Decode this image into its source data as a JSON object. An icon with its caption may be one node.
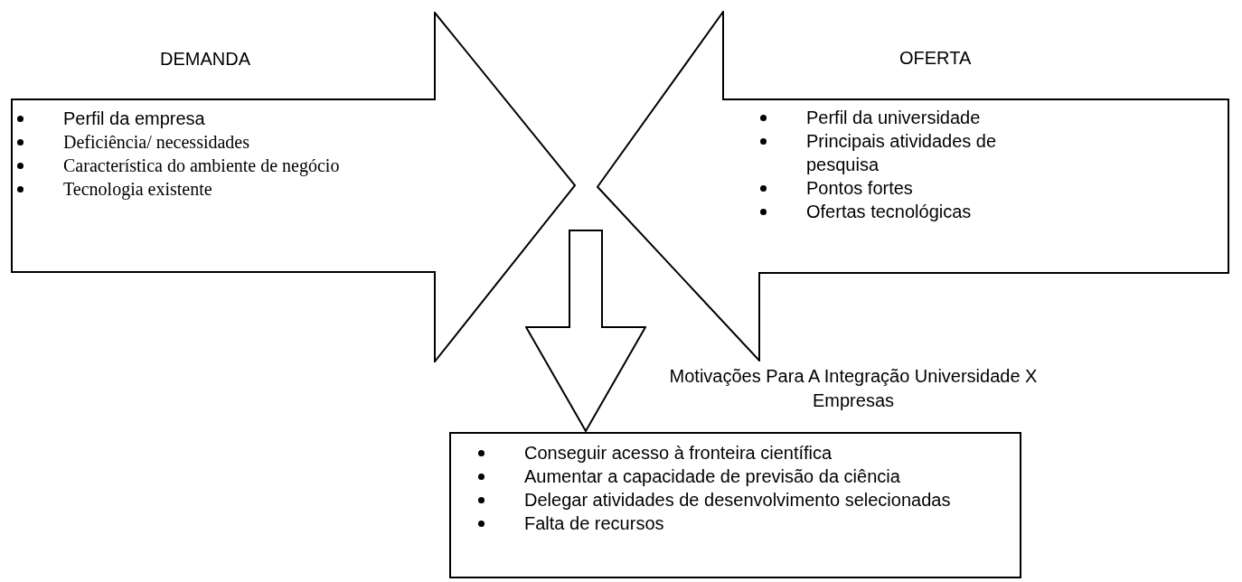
{
  "diagram": {
    "nodes": [
      {
        "text": [
          "DEMANDA",
          "Perfil da empresa",
          "Deficiência/ necessidades",
          "Característica do ambiente de negócio",
          "Tecnologia existente"
        ]
      },
      {
        "text": [
          "OFERTA",
          "Perfil da universidade",
          "Principais atividades de pesquisa",
          "Pontos fortes",
          "Ofertas tecnológicas"
        ]
      },
      {
        "text": [
          "Motivações Para A Integração Universidade X Empresas"
        ]
      },
      {
        "text": [
          "Conseguir acesso à fronteira científica",
          "Aumentar a capacidade de previsão da ciência",
          "Delegar atividades de desenvolvimento selecionadas",
          "Falta de recursos"
        ]
      }
    ],
    "edges": [
      {
        "from": null,
        "to": 3,
        "arrow": "to"
      }
    ]
  }
}
